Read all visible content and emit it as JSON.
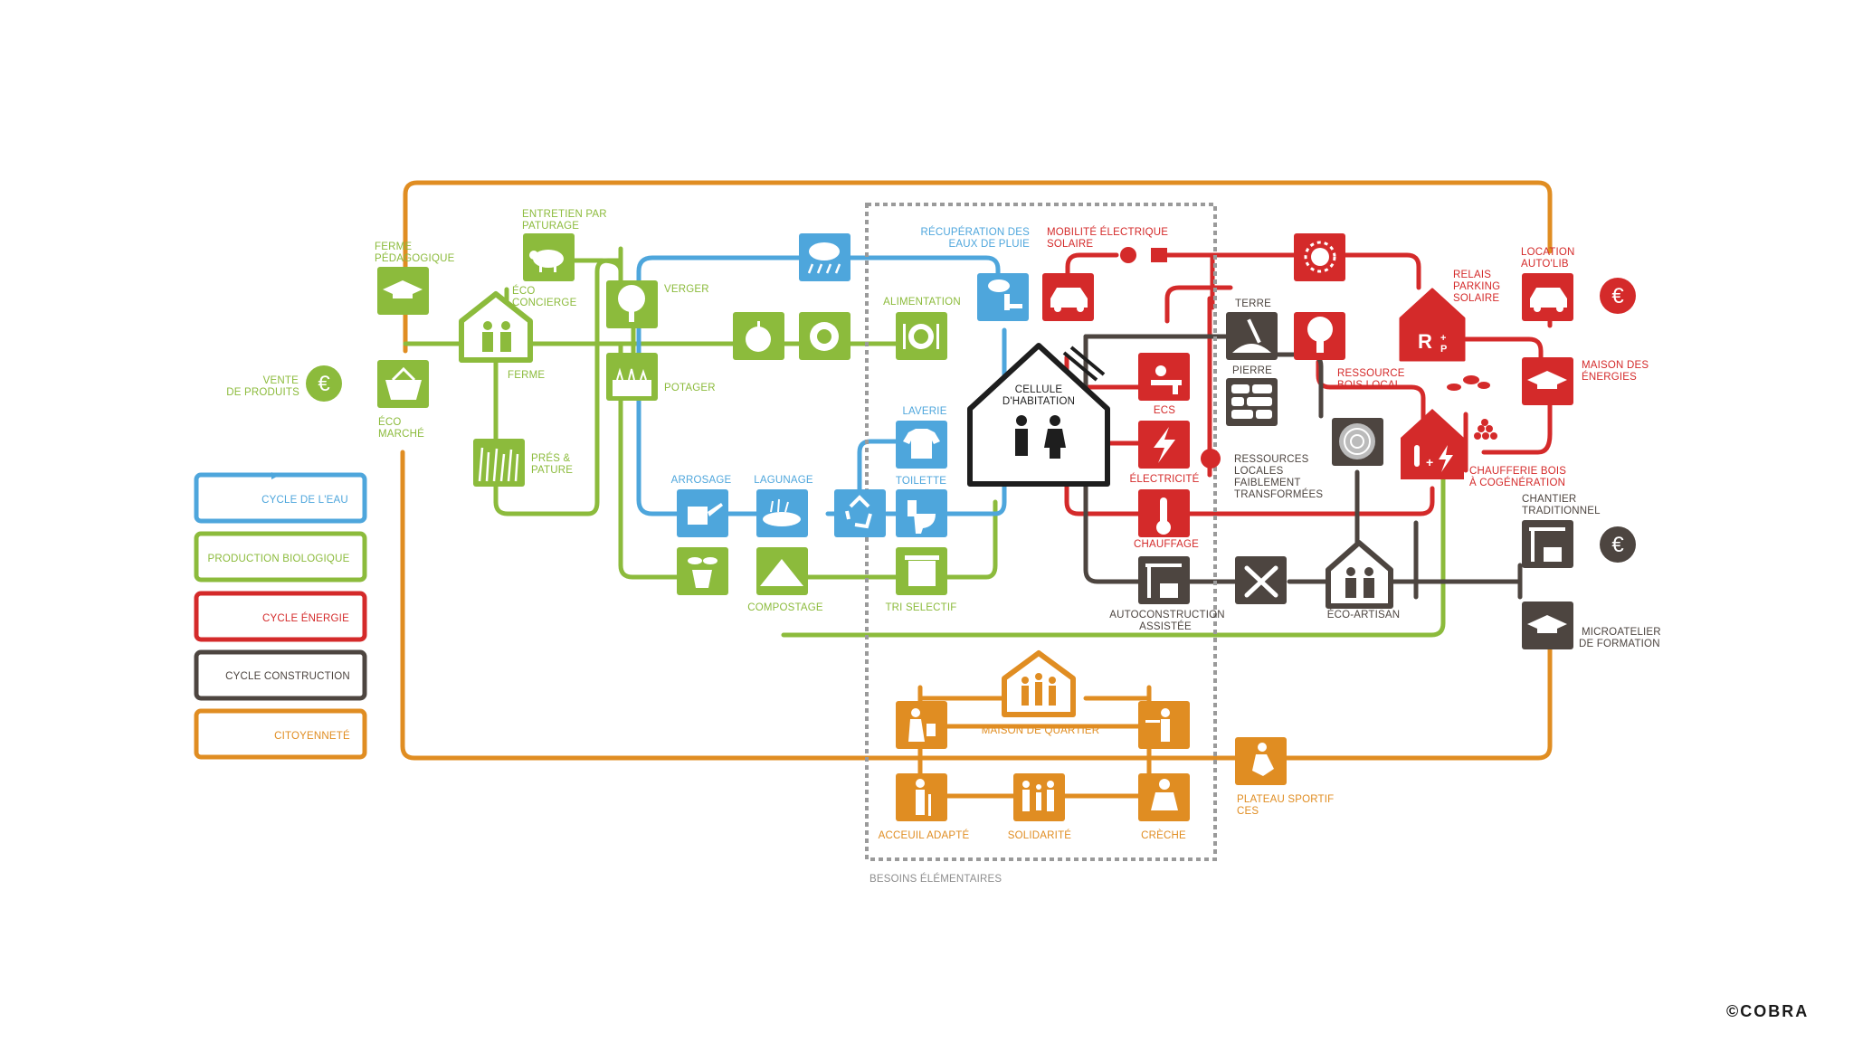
{
  "colors": {
    "green": "#8cbb3c",
    "blue": "#4ea6dc",
    "red": "#d42a2a",
    "brown": "#4d4540",
    "orange": "#e08d22",
    "grey": "#9a9a9a"
  },
  "legend": [
    {
      "label": "CYCLE DE L'EAU"
    },
    {
      "label": "PRODUCTION BIOLOGIQUE"
    },
    {
      "label": "CYCLE ÉNERGIE"
    },
    {
      "label": "CYCLE CONSTRUCTION"
    },
    {
      "label": "CITOYENNETÉ"
    }
  ],
  "labels": {
    "ferme_pedagogique": [
      "FERME",
      "PÉDAGOGIQUE"
    ],
    "entretien": [
      "ENTRETIEN PAR",
      "PATURAGE"
    ],
    "eco_concierge": [
      "ÉCO",
      "CONCIERGE"
    ],
    "verger": [
      "VERGER"
    ],
    "ferme": [
      "FERME"
    ],
    "potager": [
      "POTAGER"
    ],
    "vente": [
      "VENTE",
      "DE PRODUITS"
    ],
    "eco_marche": [
      "ÉCO",
      "MARCHÉ"
    ],
    "pres": [
      "PRÉS &",
      "PATURE"
    ],
    "recuperation": [
      "RÉCUPÉRATION DES",
      "EAUX DE PLUIE"
    ],
    "alimentation": [
      "ALIMENTATION"
    ],
    "laverie": [
      "LAVERIE"
    ],
    "toilette": [
      "TOILETTE"
    ],
    "arrosage": [
      "ARROSAGE"
    ],
    "lagunage": [
      "LAGUNAGE"
    ],
    "compostage": [
      "COMPOSTAGE"
    ],
    "tri": [
      "TRI SELECTIF"
    ],
    "cellule": [
      "CELLULE",
      "D'HABITATION"
    ],
    "mobilite": [
      "MOBILITÉ ÉLECTRIQUE",
      "SOLAIRE"
    ],
    "ecs": [
      "ECS"
    ],
    "electricite": [
      "ÉLECTRICITÉ"
    ],
    "chauffage": [
      "CHAUFFAGE"
    ],
    "terre": [
      "TERRE"
    ],
    "pierre": [
      "PIERRE"
    ],
    "ressources_locales": [
      "RESSOURCES",
      "LOCALES",
      "FAIBLEMENT",
      "TRANSFORMÉES"
    ],
    "ressource_bois": [
      "RESSOURCE",
      "BOIS LOCAL"
    ],
    "relais": [
      "RELAIS",
      "PARKING",
      "SOLAIRE"
    ],
    "location": [
      "LOCATION",
      "AUTO'LIB"
    ],
    "maison_energies": [
      "MAISON DES",
      "ÉNERGIES"
    ],
    "chaufferie": [
      "CHAUFFERIE BOIS",
      "À COGÉNÉRATION"
    ],
    "chantier": [
      "CHANTIER",
      "TRADITIONNEL"
    ],
    "microatelier": [
      "MICROATELIER",
      "DE FORMATION"
    ],
    "autoconstruction": [
      "AUTOCONSTRUCTION",
      "ASSISTÉE"
    ],
    "eco_artisan": [
      "ÉCO-ARTISAN"
    ],
    "maison_quartier": [
      "MAISON DE QUARTIER"
    ],
    "accueil": [
      "ACCEUIL ADAPTÉ"
    ],
    "solidarite": [
      "SOLIDARITÉ"
    ],
    "creche": [
      "CRÈCHE"
    ],
    "plateau": [
      "PLATEAU SPORTIF",
      "CES"
    ],
    "besoins": [
      "BESOINS ÉLÉMENTAIRES"
    ]
  },
  "icons": {
    "rain": "cloud-rain-icon",
    "faucet": "rain-collector-icon",
    "graduation": "graduation-cap-icon",
    "sheep": "sheep-icon",
    "house_people": "house-people-icon",
    "tree": "tree-icon",
    "apple": "apple-icon",
    "cabbage": "cabbage-icon",
    "plate": "plate-cutlery-icon",
    "basket": "basket-icon",
    "grass": "grass-icon",
    "garden": "garden-icon",
    "shirt": "shirt-icon",
    "toilet": "toilet-icon",
    "watering_can": "watering-can-icon",
    "pond": "pond-icon",
    "recycle": "recycle-icon",
    "trash": "trash-bin-icon",
    "sprout": "sprout-pot-icon",
    "compost": "compost-heap-icon",
    "car": "electric-car-icon",
    "sun": "sun-icon",
    "heater": "solar-water-heater-icon",
    "lightning": "lightning-icon",
    "thermometer": "thermometer-icon",
    "shovel": "shovel-earth-icon",
    "stones": "stone-wall-icon",
    "log": "log-section-icon",
    "tree_red": "forest-tree-icon",
    "parking": "parking-relais-icon",
    "cogeneration": "cogeneration-icon",
    "euro": "euro-coin-icon",
    "crane": "crane-icon",
    "tools": "hammer-wrench-icon",
    "group": "group-people-icon",
    "reading": "reading-person-icon",
    "teacher": "teacher-icon",
    "elder": "elder-cane-icon",
    "family": "family-icon",
    "baby": "baby-icon",
    "sport": "sport-player-icon"
  },
  "copyright": "©COBRA"
}
